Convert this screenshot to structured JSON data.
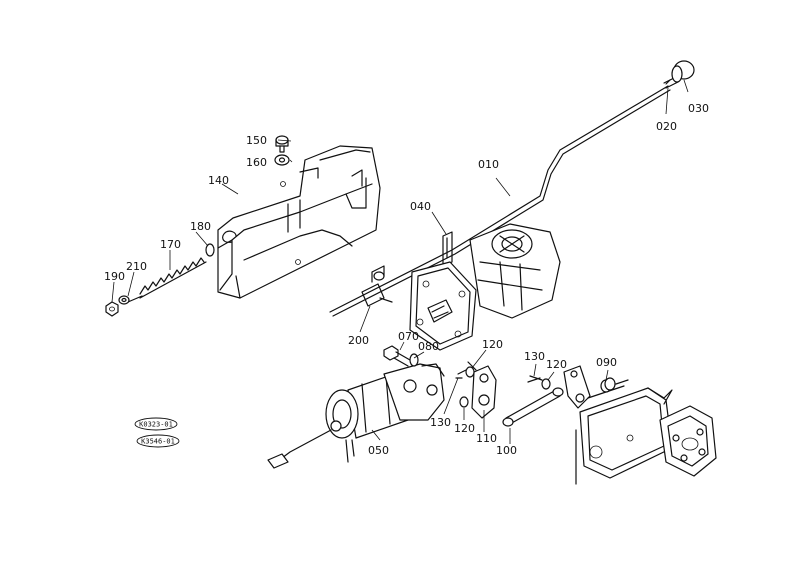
{
  "parts": {
    "p010": "010",
    "p020": "020",
    "p030": "030",
    "p040": "040",
    "p050": "050",
    "p070": "070",
    "p080": "080",
    "p090": "090",
    "p100": "100",
    "p110": "110",
    "p120a": "120",
    "p120b": "120",
    "p120c": "120",
    "p130a": "130",
    "p130b": "130",
    "p140": "140",
    "p150": "150",
    "p160": "160",
    "p170": "170",
    "p180": "180",
    "p190": "190",
    "p200": "200",
    "p210": "210"
  },
  "stamps": {
    "s1": "K0323-01",
    "s2": "K3546-01"
  }
}
